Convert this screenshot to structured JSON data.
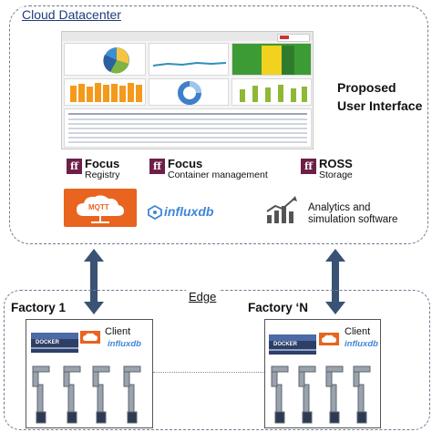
{
  "cloud": {
    "title": "Cloud Datacenter",
    "ui_label_line1": "Proposed",
    "ui_label_line2": "User Interface",
    "focus_registry": {
      "name": "Focus",
      "sub": "Registry"
    },
    "focus_container": {
      "name": "Focus",
      "sub": "Container management"
    },
    "ross": {
      "name": "ROSS",
      "sub": "Storage"
    },
    "influx": "influxdb",
    "analytics_line1": "Analytics and",
    "analytics_line2": "simulation software",
    "mqtt_logo_text": "MQTT"
  },
  "edge": {
    "label": "Edge",
    "factory1": {
      "title": "Factory 1",
      "client": "Client",
      "influx": "influxdb",
      "docker": "DOCKER"
    },
    "factoryN": {
      "title": "Factory ‘N",
      "client": "Client",
      "influx": "influxdb",
      "docker": "DOCKER"
    }
  },
  "colors": {
    "frame": "#6f7d92",
    "arrow": "#3a5273",
    "focus_logo": "#6e1f48",
    "mqtt": "#e8641f",
    "influx": "#3f86d6"
  }
}
